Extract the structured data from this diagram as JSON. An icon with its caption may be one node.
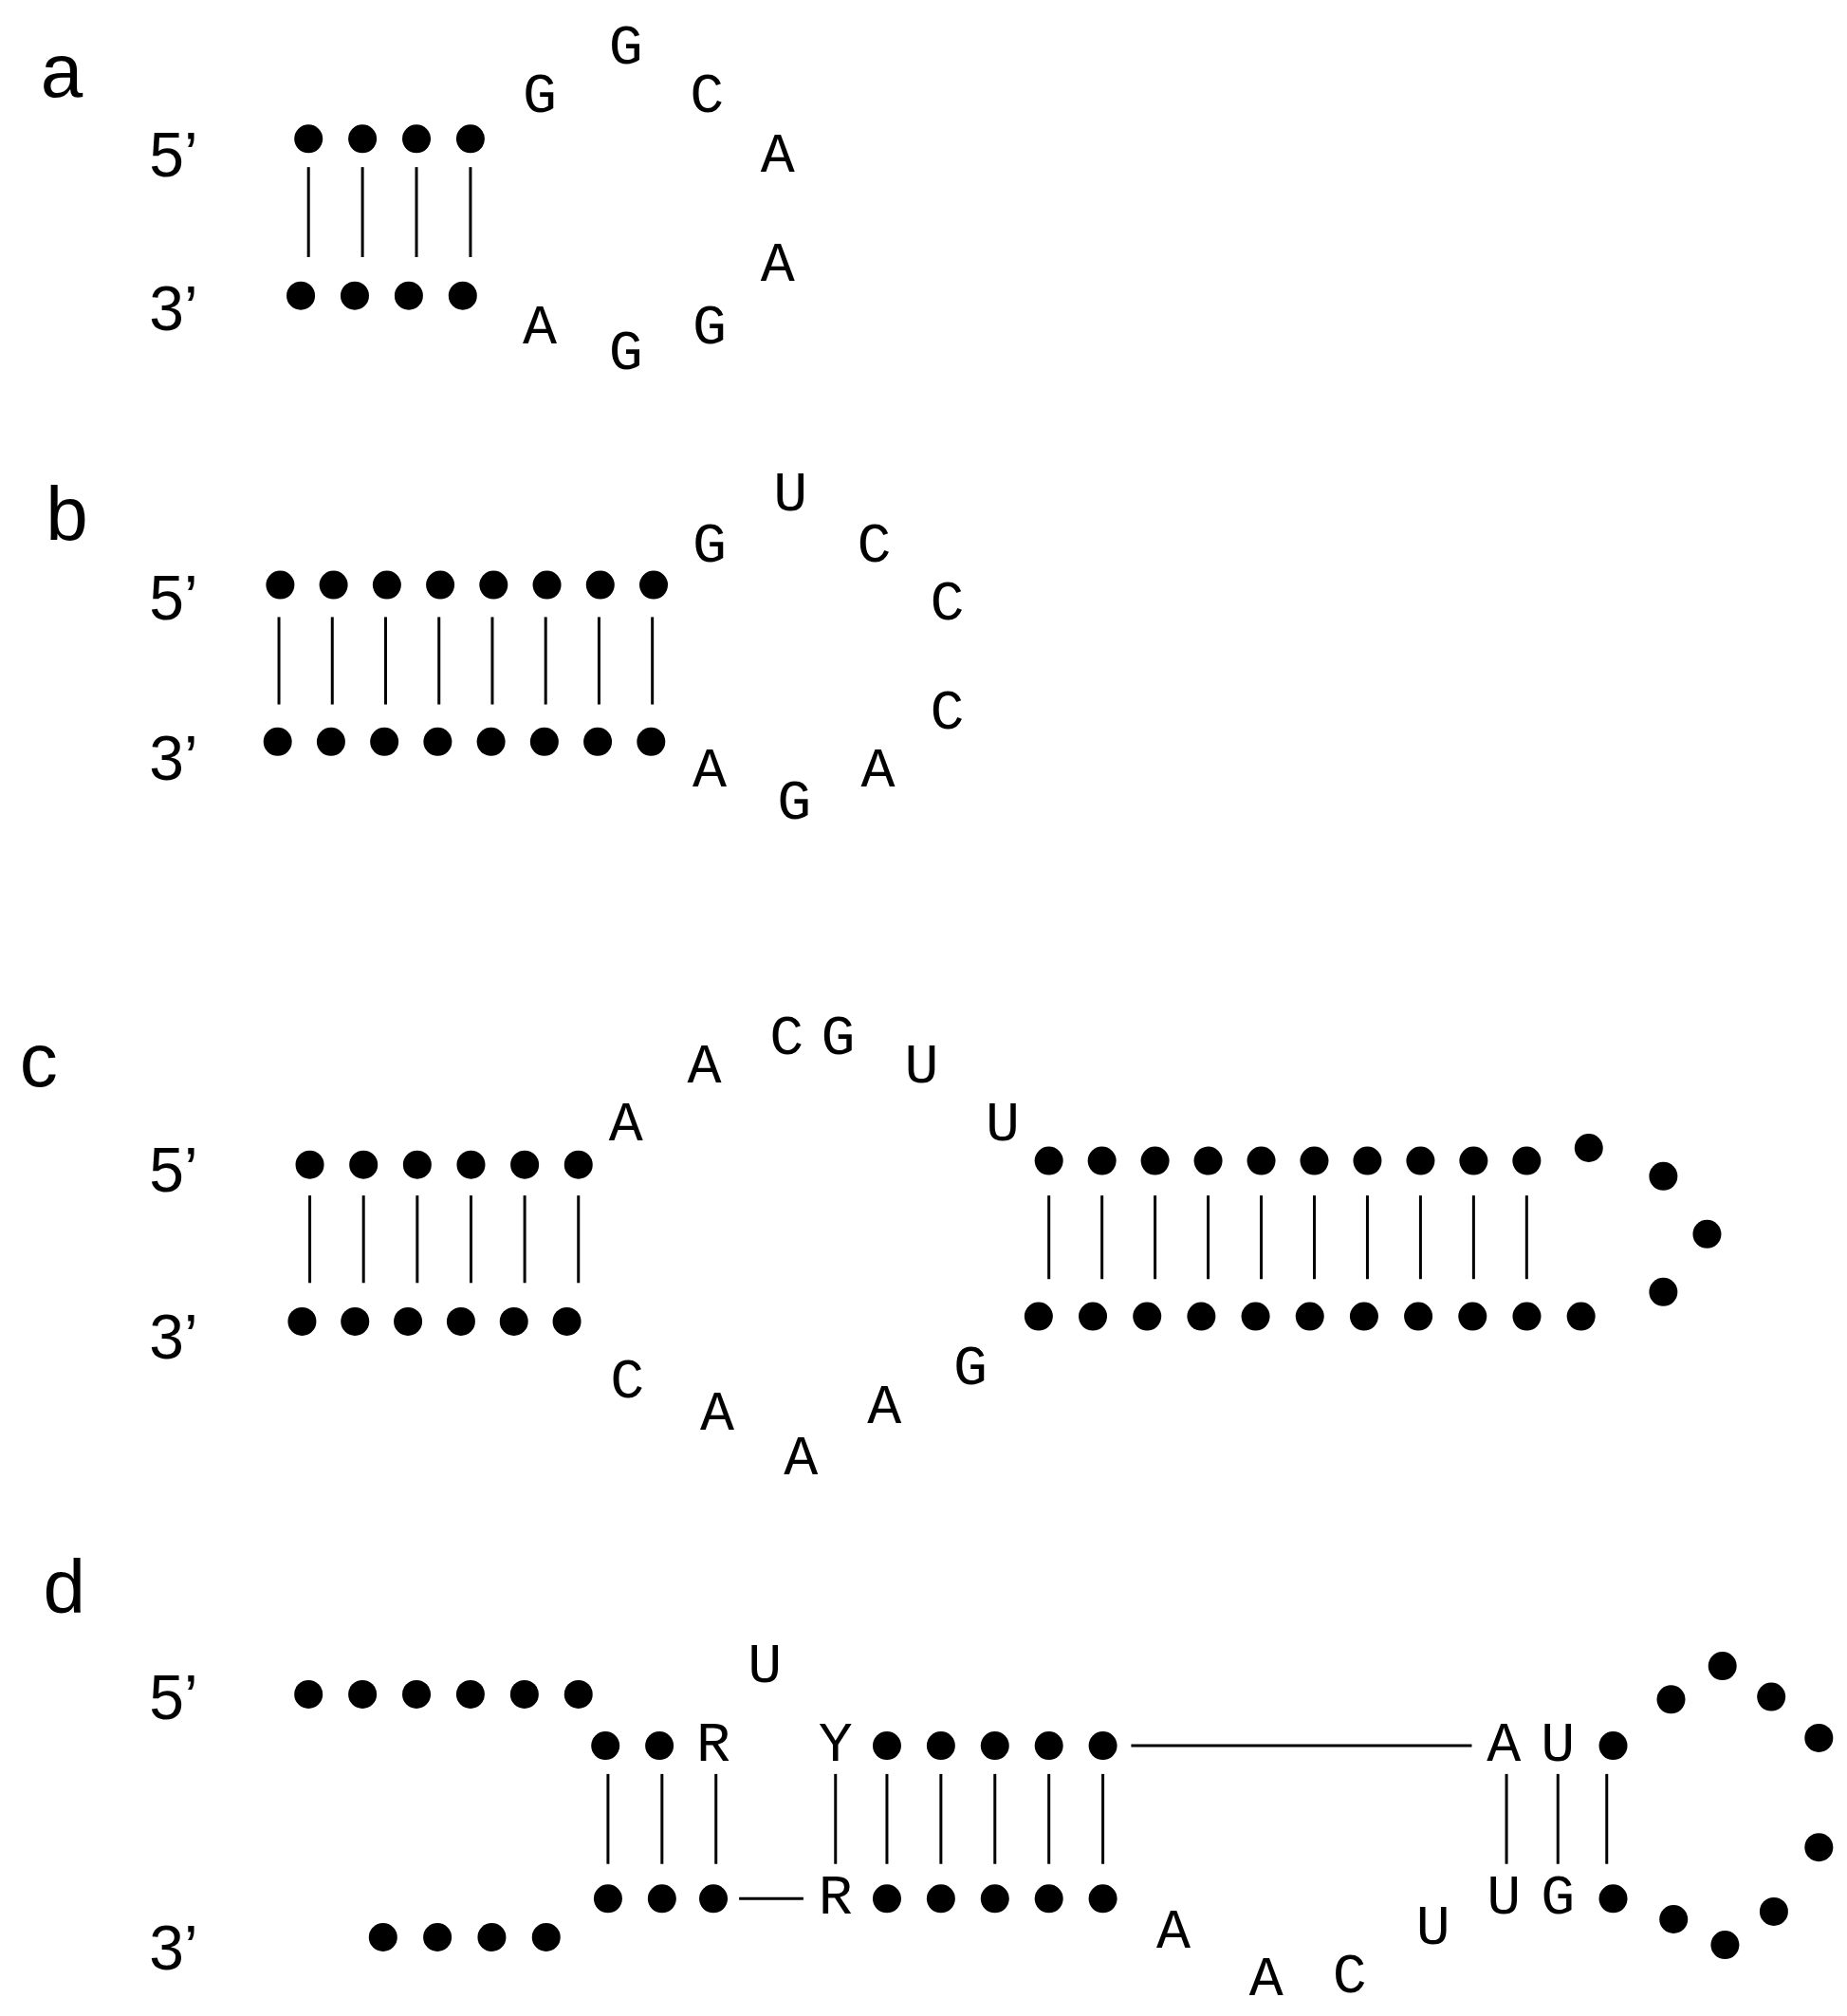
{
  "diagram": {
    "labels": [
      "a",
      "5’",
      "3’",
      "G",
      "G",
      "C",
      "A",
      "A",
      "G",
      "G",
      "A",
      "b",
      "5’",
      "3’",
      "G",
      "U",
      "C",
      "C",
      "C",
      "A",
      "G",
      "A",
      "c",
      "5’",
      "3’",
      "A",
      "A",
      "C",
      "G",
      "U",
      "U",
      "G",
      "A",
      "A",
      "A",
      "C",
      "d",
      "5’",
      "3’",
      "R",
      "U",
      "Y",
      "A",
      "U",
      "G",
      "U",
      "U",
      "C",
      "A",
      "A",
      "R"
    ]
  }
}
